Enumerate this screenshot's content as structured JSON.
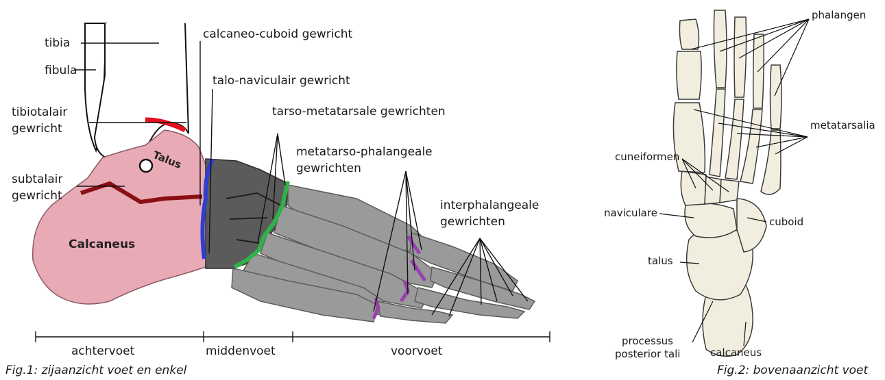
{
  "figure1": {
    "labels": {
      "tibia": "tibia",
      "fibula": "fibula",
      "tibiotalair_1": "tibiotalair",
      "tibiotalair_2": "gewricht",
      "subtalair_1": "subtalair",
      "subtalair_2": "gewricht",
      "calcaneo_cuboid": "calcaneo-cuboid gewricht",
      "talo_naviculair": "talo-naviculair gewricht",
      "tarso_metatarsale": "tarso-metatarsale gewrichten",
      "metatarso_1": "metatarso-phalangeale",
      "metatarso_2": "gewrichten",
      "interphal_1": "interphalangeale",
      "interphal_2": "gewrichten",
      "talus": "Talus",
      "calcaneus": "Calcaneus"
    },
    "regions": {
      "achtervoet": "achtervoet",
      "middenvoet": "middenvoet",
      "voorvoet": "voorvoet"
    },
    "caption": "Fig.1: zijaanzicht voet en enkel"
  },
  "figure2": {
    "labels": {
      "phalangen": "phalangen",
      "metatarsalia": "metatarsalia",
      "cuneiformen": "cuneiformen",
      "naviculare": "naviculare",
      "cuboid": "cuboid",
      "talus": "talus",
      "processus_1": "processus",
      "processus_2": "posterior tali",
      "calcaneus": "calcaneus"
    },
    "caption": "Fig.2: bovenaanzicht voet"
  },
  "colors": {
    "talus_calcaneus": "#e8aab5",
    "midfoot": "#5b5b5b",
    "forefoot": "#9a9a9a",
    "tibiotalair_joint": "#e3101e",
    "subtalair_joint": "#8a0f14",
    "talo_naviculair_joint": "#2f3fd0",
    "tarso_metatarsale_joint": "#2fb24a",
    "mtp_ip_joints": "#9a3fb0",
    "bone_outline_fig2": "#f2eedf"
  }
}
